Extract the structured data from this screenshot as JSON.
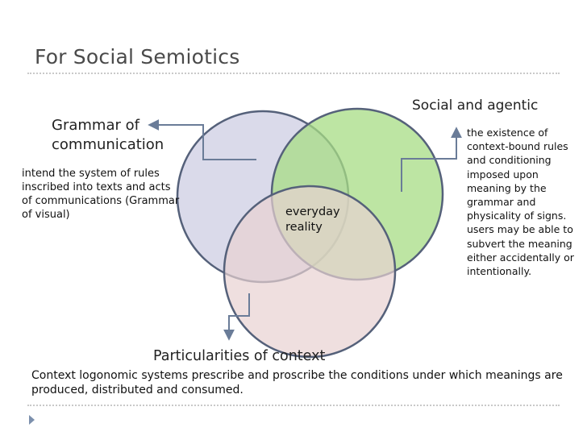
{
  "slide": {
    "title": "For Social Semiotics"
  },
  "diagram": {
    "center_label": "everyday reality",
    "grammar": {
      "heading": "Grammar of communication",
      "description": "intend the system of rules inscribed into texts and acts of communications (Grammar of visual)"
    },
    "social": {
      "heading": "Social and agentic",
      "description": "the existence of context-bound rules and conditioning imposed upon meaning by the grammar and physicality of signs. users may be able to subvert the meaning either accidentally or intentionally."
    },
    "context": {
      "heading": "Particularities of context",
      "description": "Context logonomic systems prescribe and proscribe the conditions under which meanings are produced, distributed and consumed."
    },
    "colors": {
      "circle_left_fill": "#d6d6e8",
      "circle_right_fill": "#a7dc84",
      "circle_bottom_fill": "#e8d2d2",
      "circle_stroke": "#55617a",
      "arrow": "#6a7c98"
    }
  }
}
